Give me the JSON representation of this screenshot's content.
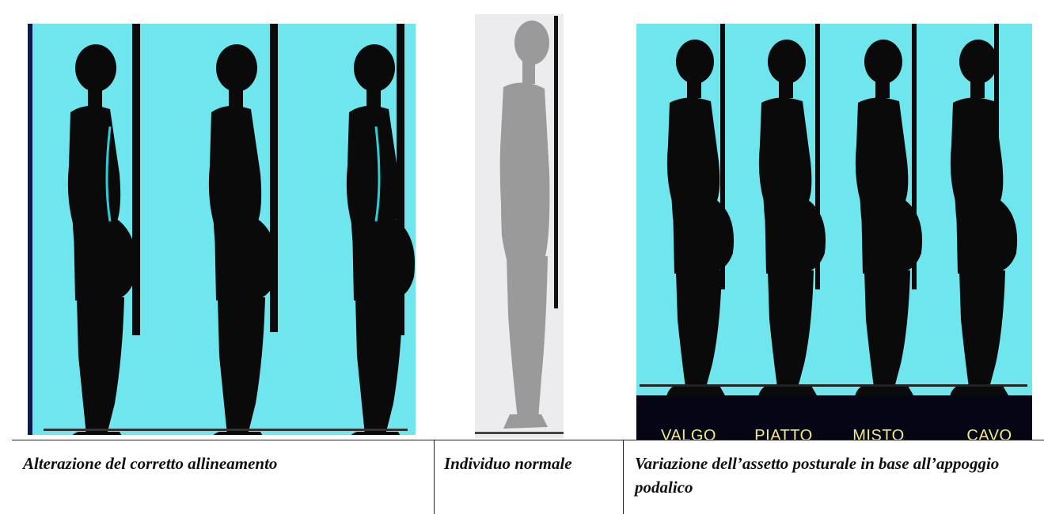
{
  "panels": {
    "left": {
      "background": "#6fe6ee",
      "figures": 3,
      "silhouette_color": "#0a0a0a"
    },
    "middle": {
      "background": "#ececee",
      "figures": 1,
      "silhouette_color": "#9a9a9a"
    },
    "right": {
      "background": "#6fe6ee",
      "figures": 4,
      "silhouette_color": "#0a0a0a",
      "foot_labels": [
        "VALGO",
        "PIATTO",
        "MISTO",
        "CAVO"
      ],
      "label_color": "#f2ec86",
      "label_bar_color": "#050514"
    }
  },
  "captions": {
    "left": "Alterazione del corretto allineamento",
    "middle": "Individuo normale",
    "right": "Variazione dell’assetto posturale in base all’appoggio podalico"
  }
}
